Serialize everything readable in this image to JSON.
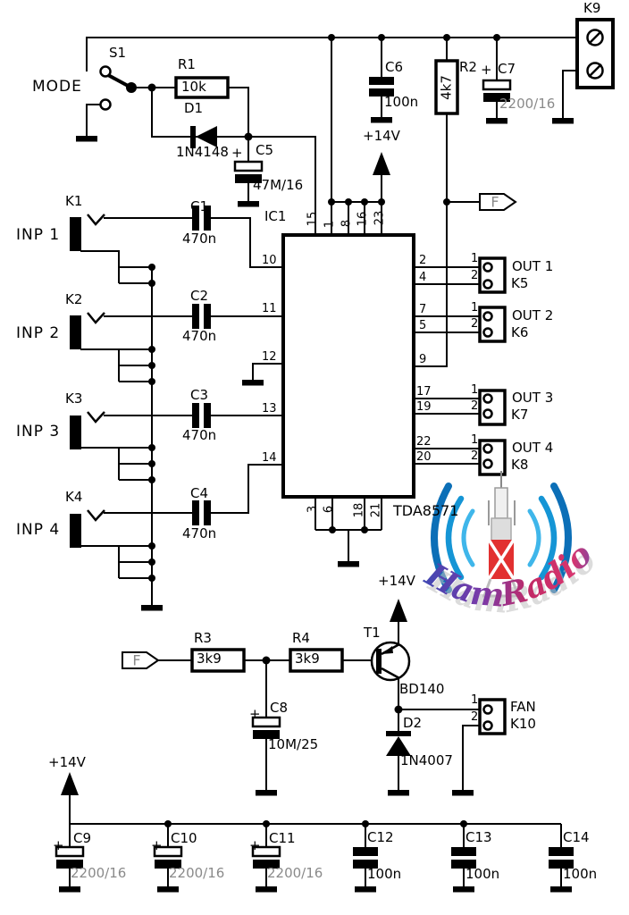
{
  "power": {
    "rail_label": "+14V"
  },
  "mode_switch": {
    "label": "MODE",
    "ref": "S1"
  },
  "flag": {
    "label": "F"
  },
  "components": {
    "r1": {
      "ref": "R1",
      "value": "10k"
    },
    "r2": {
      "ref": "R2",
      "value": "4k7"
    },
    "r3": {
      "ref": "R3",
      "value": "3k9"
    },
    "r4": {
      "ref": "R4",
      "value": "3k9"
    },
    "d1": {
      "ref": "D1",
      "value": "1N4148"
    },
    "d2": {
      "ref": "D2",
      "value": "1N4007"
    },
    "t1": {
      "ref": "T1",
      "value": "BD140"
    },
    "c5": {
      "ref": "C5",
      "value": "47M/16",
      "plus": "+"
    },
    "c6": {
      "ref": "C6",
      "value": "100n"
    },
    "c7": {
      "ref": "C7",
      "value": "2200/16",
      "plus": "+"
    },
    "c8": {
      "ref": "C8",
      "value": "10M/25",
      "plus": "+"
    }
  },
  "ic": {
    "ref": "IC1",
    "part": "TDA8571",
    "top_pins": [
      "15",
      "1",
      "8",
      "16",
      "23"
    ],
    "left_pins": [
      "10",
      "11",
      "12",
      "13",
      "14"
    ],
    "right_pins": [
      "2",
      "4",
      "7",
      "5",
      "9",
      "17",
      "19",
      "22",
      "20"
    ],
    "bottom_pins": [
      "3",
      "6",
      "18",
      "21"
    ]
  },
  "inputs": [
    {
      "conn": "K1",
      "label": "INP 1",
      "cap": "C1",
      "cap_value": "470n"
    },
    {
      "conn": "K2",
      "label": "INP 2",
      "cap": "C2",
      "cap_value": "470n"
    },
    {
      "conn": "K3",
      "label": "INP 3",
      "cap": "C3",
      "cap_value": "470n"
    },
    {
      "conn": "K4",
      "label": "INP 4",
      "cap": "C4",
      "cap_value": "470n"
    }
  ],
  "outputs": [
    {
      "label": "OUT 1",
      "conn": "K5",
      "pin1": "1",
      "pin2": "2"
    },
    {
      "label": "OUT 2",
      "conn": "K6",
      "pin1": "1",
      "pin2": "2"
    },
    {
      "label": "OUT 3",
      "conn": "K7",
      "pin1": "1",
      "pin2": "2"
    },
    {
      "label": "OUT 4",
      "conn": "K8",
      "pin1": "1",
      "pin2": "2"
    }
  ],
  "power_connector": {
    "conn": "K9"
  },
  "fan": {
    "label": "FAN",
    "conn": "K10",
    "pin1": "1",
    "pin2": "2"
  },
  "bulk_caps": [
    {
      "ref": "C9",
      "value": "2200/16",
      "plus": "+"
    },
    {
      "ref": "C10",
      "value": "2200/16",
      "plus": "+"
    },
    {
      "ref": "C11",
      "value": "2200/16",
      "plus": "+"
    },
    {
      "ref": "C12",
      "value": "100n"
    },
    {
      "ref": "C13",
      "value": "100n"
    },
    {
      "ref": "C14",
      "value": "100n"
    }
  ],
  "logo": {
    "text": "HamRadio"
  }
}
